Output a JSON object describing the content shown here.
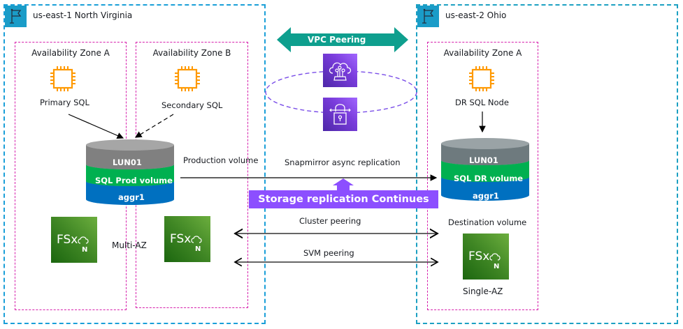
{
  "regions": {
    "left": {
      "title": "us-east-1 North Virginia",
      "icon": "region-flag-icon"
    },
    "right": {
      "title": "us-east-2  Ohio",
      "icon": "region-flag-icon"
    }
  },
  "zones": {
    "left_a": "Availability Zone A",
    "left_b": "Availability Zone B",
    "right_a": "Availability Zone A"
  },
  "nodes": {
    "primary": "Primary SQL",
    "secondary": "Secondary SQL",
    "dr": "DR SQL Node"
  },
  "source_stack": {
    "top": "LUN01",
    "middle": "SQL Prod volume",
    "bottom": "aggr1"
  },
  "dest_stack": {
    "top": "LUN01",
    "middle": "SQL DR volume",
    "bottom": "aggr1"
  },
  "connections": {
    "vpc_peering": "VPC Peering",
    "production_volume": "Production volume",
    "snapmirror": "Snapmirror async replication",
    "storage_replication": "Storage replication Continues",
    "cluster_peering": "Cluster peering",
    "svm_peering": "SVM peering"
  },
  "labels": {
    "multi_az": "Multi-AZ",
    "destination_volume": "Destination volume",
    "single_az": "Single-AZ",
    "fsx_text": "FSx",
    "fsx_sub": "N"
  },
  "colors": {
    "region_border": "#1a9fd8",
    "zone_border": "#d61fac",
    "vpc_arrow": "#0e9f8e",
    "banner": "#8c4fff",
    "chip": "#ff9900",
    "lun": "#7d8998",
    "volume": "#00b050",
    "aggr": "#0070c0",
    "fsx": "#3f8624"
  }
}
